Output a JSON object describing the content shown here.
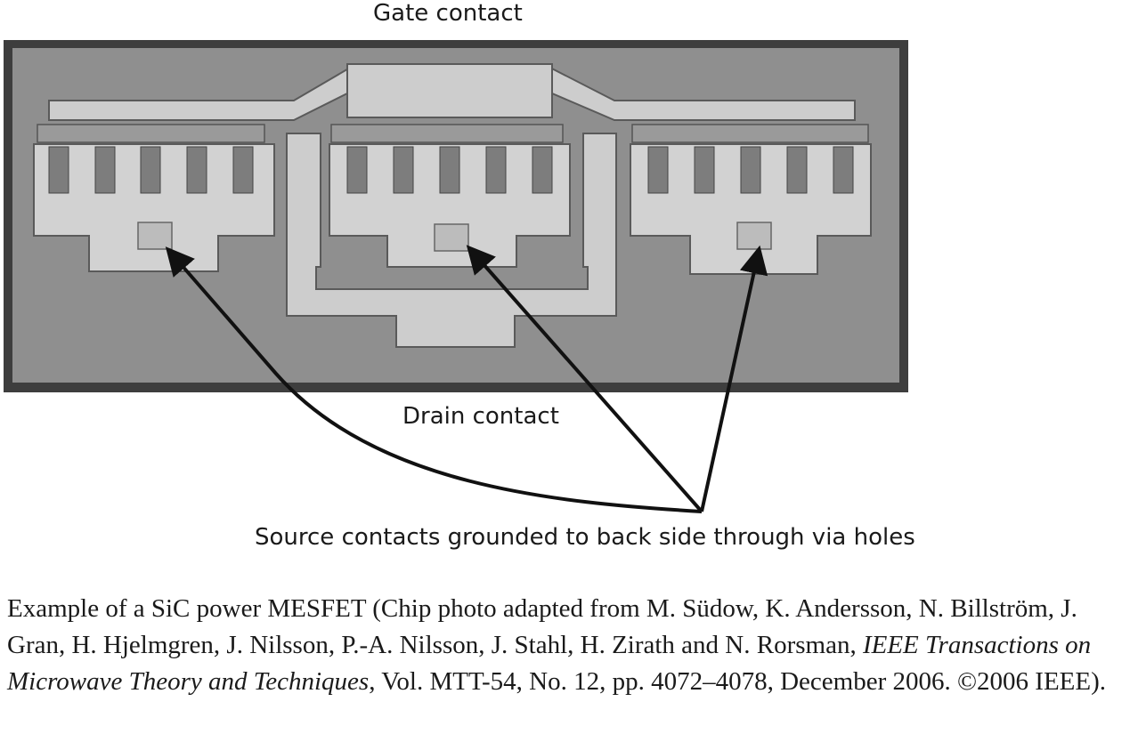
{
  "labels": {
    "gate": "Gate contact",
    "drain": "Drain contact",
    "source": "Source contacts grounded to back side through via holes"
  },
  "caption": {
    "part1": "Example of a SiC power MESFET (Chip photo adapted from M. Südow, K. Andersson, N. Billström, J. Gran, H. Hjelmgren, J. Nilsson, P.-A. Nilsson, J. Stahl, H. Zirath and N. Rorsman, ",
    "journal": "IEEE Transactions on Microwave Theory and Techniques",
    "part2": ", Vol. MTT-54, No. 12, pp. 4072–4078, December 2006. ©2006 IEEE)."
  },
  "colors": {
    "chip_border": "#3e3e3e",
    "substrate": "#8f8f8f",
    "metal": "#cfcfcf",
    "arrow": "#111111"
  }
}
